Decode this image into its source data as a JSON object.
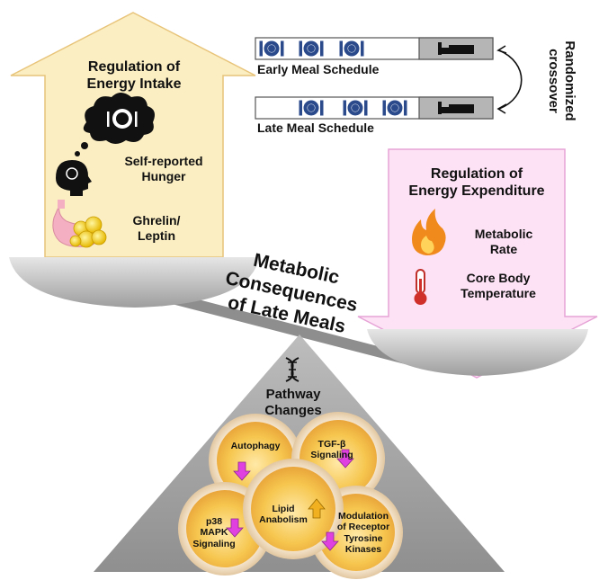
{
  "schedule": {
    "early_label": "Early Meal Schedule",
    "late_label": "Late Meal Schedule",
    "crossover_line1": "Randomized",
    "crossover_line2": "crossover"
  },
  "intake": {
    "title_line1": "Regulation of",
    "title_line2": "Energy Intake",
    "hunger_line1": "Self-reported",
    "hunger_line2": "Hunger",
    "hormones_line1": "Ghrelin/",
    "hormones_line2": "Leptin"
  },
  "expenditure": {
    "title_line1": "Regulation of",
    "title_line2": "Energy Expenditure",
    "metabolic_line1": "Metabolic",
    "metabolic_line2": "Rate",
    "temp_line1": "Core Body",
    "temp_line2": "Temperature"
  },
  "center": {
    "line1": "Metabolic",
    "line2": "Consequences",
    "line3": "of Late Meals"
  },
  "pathway": {
    "title_line1": "Pathway",
    "title_line2": "Changes",
    "cells": {
      "autophagy": "Autophagy",
      "tgf_line1": "TGF-β",
      "tgf_line2": "Signaling",
      "lipid_line1": "Lipid",
      "lipid_line2": "Anabolism",
      "p38_line1": "p38",
      "p38_line2": "MAPK",
      "p38_line3": "Signaling",
      "rtk_line1": "Modulation",
      "rtk_line2": "of Receptor",
      "rtk_line3": "Tyrosine",
      "rtk_line4": "Kinases"
    }
  },
  "colors": {
    "intake_fill": "#fbeec2",
    "expenditure_fill": "#fde2f5",
    "scale_pan": "#c8c8c8",
    "triangle": "#a9a9a9",
    "meal_icon": "#2a4a8c",
    "sleep_block": "#b5b5b5",
    "arrow_down": "#e040e0",
    "arrow_up": "#f0b020",
    "cell_core": "#f5c14a"
  }
}
